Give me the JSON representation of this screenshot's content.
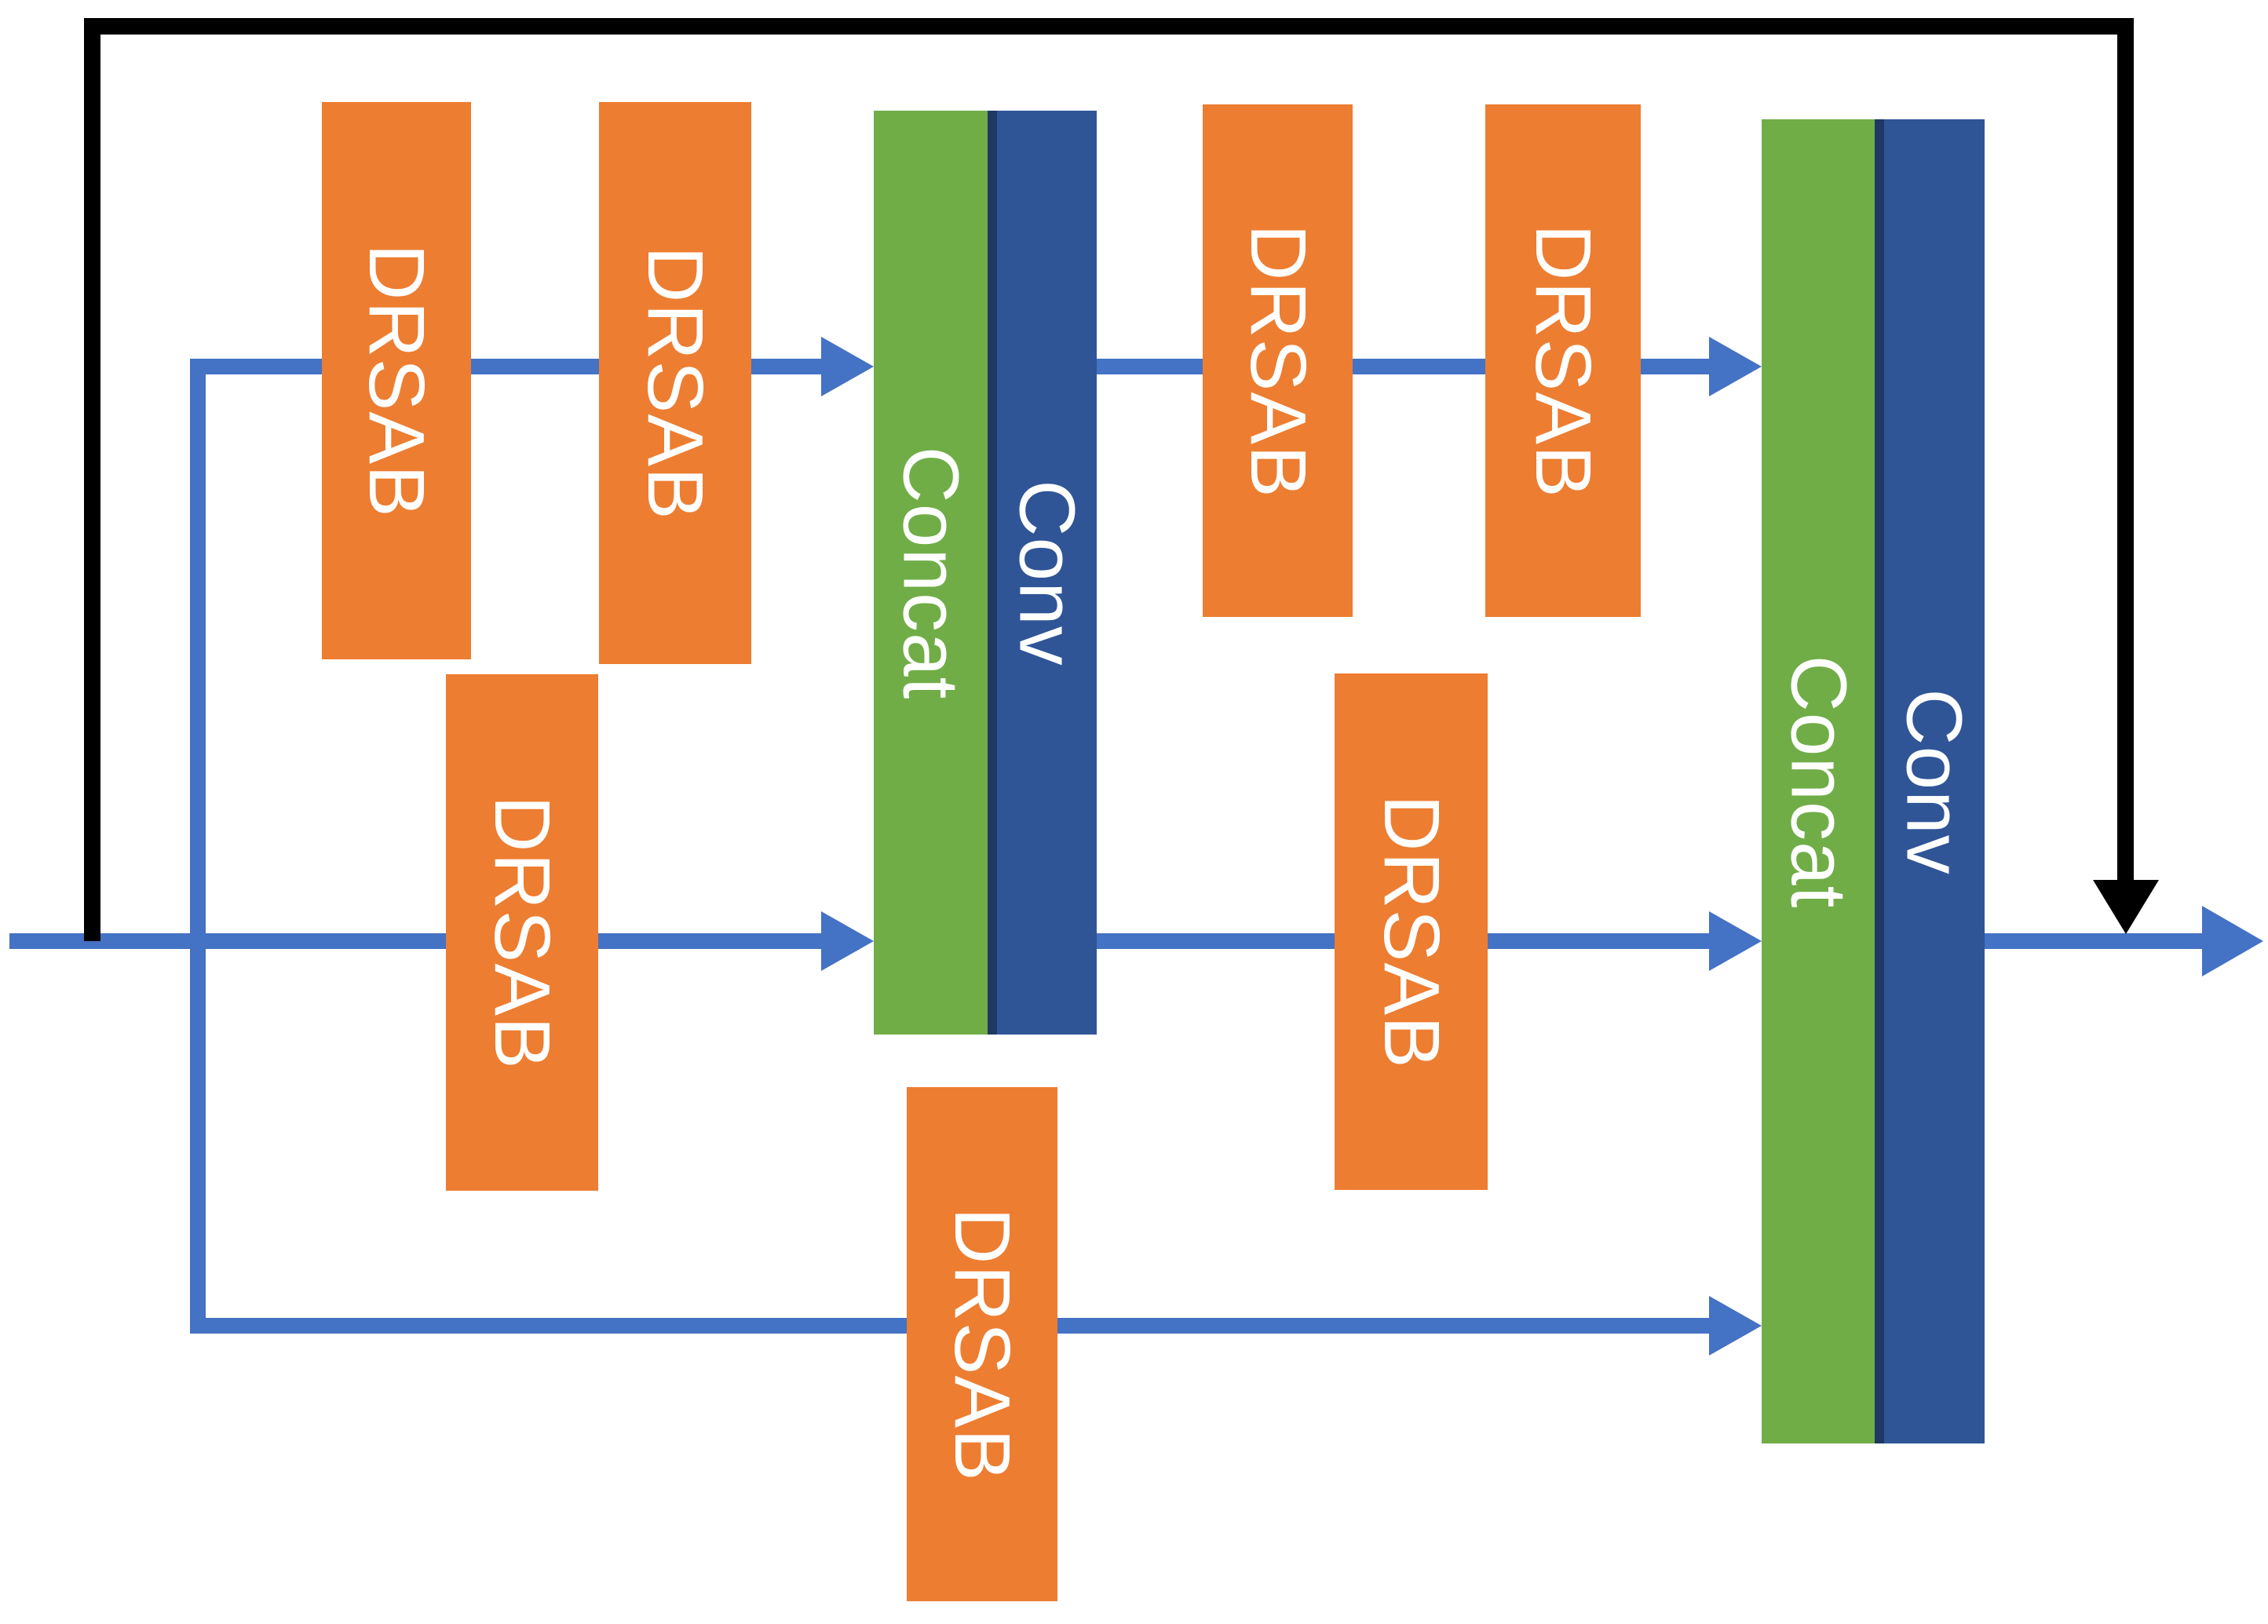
{
  "labels": {
    "drsab": "DRSAB",
    "concat": "Concat",
    "conv": "Conv"
  },
  "blocks": [
    {
      "id": "drsab-top-1",
      "label": "DRSAB",
      "color": "orange"
    },
    {
      "id": "drsab-top-2",
      "label": "DRSAB",
      "color": "orange"
    },
    {
      "id": "concat-1",
      "label": "Concat",
      "color": "green"
    },
    {
      "id": "conv-1",
      "label": "Conv",
      "color": "blue"
    },
    {
      "id": "drsab-top-3",
      "label": "DRSAB",
      "color": "orange"
    },
    {
      "id": "drsab-top-4",
      "label": "DRSAB",
      "color": "orange"
    },
    {
      "id": "drsab-mid-1",
      "label": "DRSAB",
      "color": "orange"
    },
    {
      "id": "drsab-mid-2",
      "label": "DRSAB",
      "color": "orange"
    },
    {
      "id": "drsab-bottom",
      "label": "DRSAB",
      "color": "orange"
    },
    {
      "id": "concat-2",
      "label": "Concat",
      "color": "green"
    },
    {
      "id": "conv-2",
      "label": "Conv",
      "color": "blue"
    }
  ],
  "icons": {
    "flow_arrowhead": "right-arrowhead",
    "skip_arrowhead": "down-arrowhead"
  },
  "colors": {
    "drsab_orange": "#ED7D31",
    "concat_green": "#70AD47",
    "conv_blue": "#2F5597",
    "conv_edge_dark": "#1F3864",
    "flow_blue": "#4472C4",
    "skip_black": "#000000",
    "background": "#FFFFFF"
  }
}
